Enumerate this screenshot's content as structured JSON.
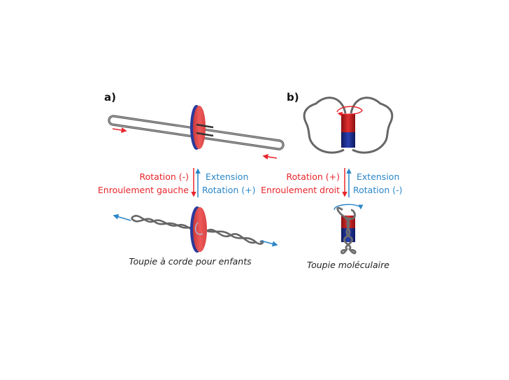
{
  "panel_a": {
    "label": "a)",
    "left_top": "Rotation (-)",
    "left_bottom": "Enroulement gauche",
    "right_top": "Extension",
    "right_bottom": "Rotation (+)",
    "caption": "Toupie à corde pour enfants"
  },
  "panel_b": {
    "label": "b)",
    "left_top": "Rotation (+)",
    "left_bottom": "Enroulement droit",
    "right_top": "Extension",
    "right_bottom": "Rotation (-)",
    "caption": "Toupie moléculaire"
  },
  "colors": {
    "red": "#e8252b",
    "blue": "#2a86c8",
    "disc_red": "#e84a4a",
    "disc_rim": "#2a3a9a",
    "string": "#6b6b6b"
  }
}
